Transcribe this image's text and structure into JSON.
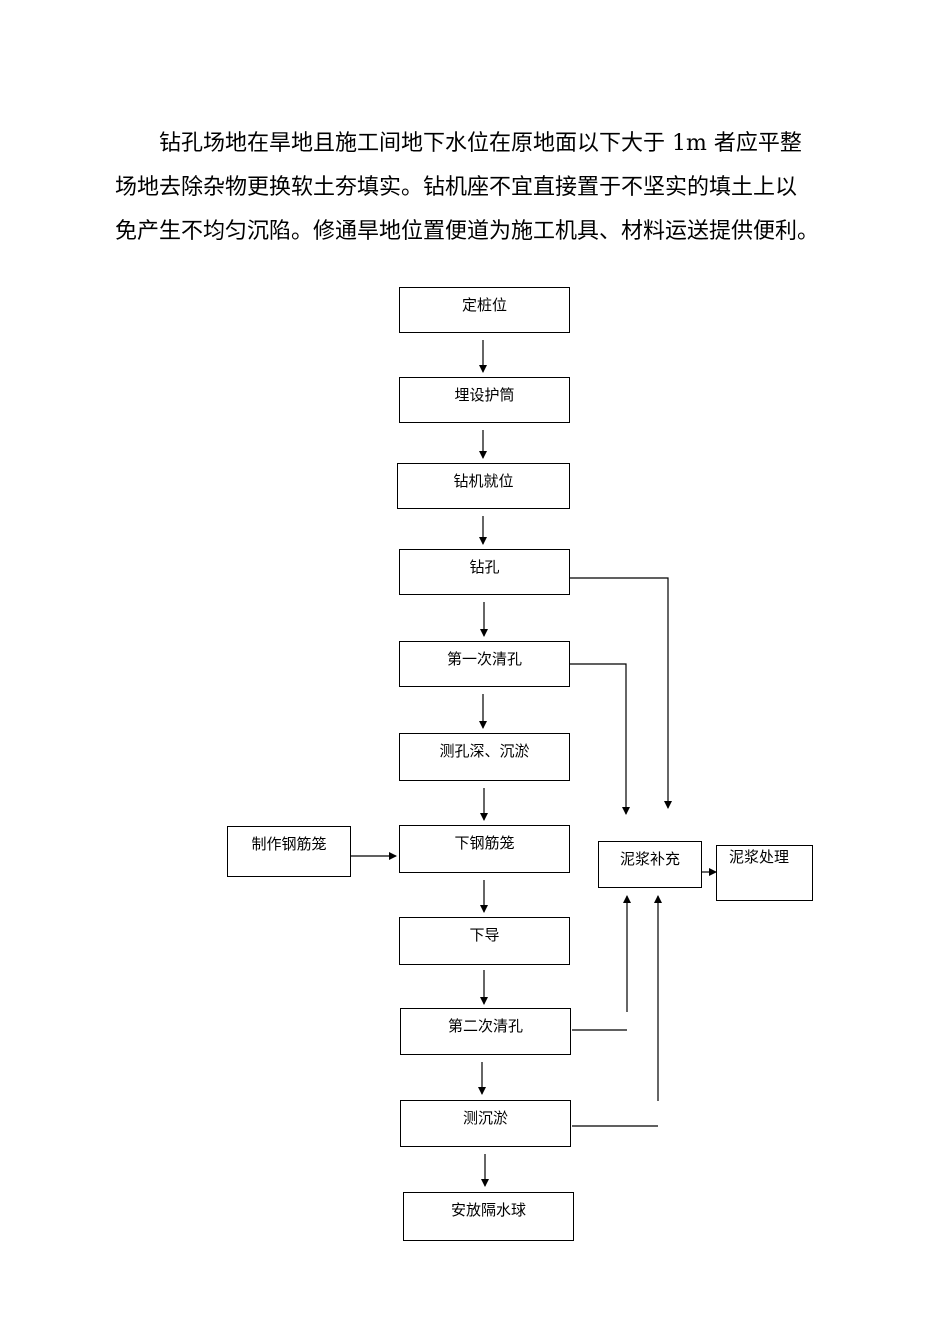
{
  "paragraph": {
    "line1": "钻孔场地在旱地且施工间地下水位在原地面以下大于 1m 者应平整",
    "line2": "场地去除杂物更换软土夯填实。钻机座不宜直接置于不坚实的填土上以",
    "line3": "免产生不均匀沉陷。修通旱地位置便道为施工机具、材料运送提供便利。"
  },
  "flowchart": {
    "steps": [
      "定桩位",
      "埋设护筒",
      "钻机就位",
      "钻孔",
      "第一次清孔",
      "测孔深、沉淤",
      "下钢筋笼",
      "下导",
      "第二次清孔",
      "测沉淤",
      "安放隔水球"
    ],
    "side_input": "制作钢筋笼",
    "mud_supply": "泥浆补充",
    "mud_treatment": "泥浆处理"
  }
}
